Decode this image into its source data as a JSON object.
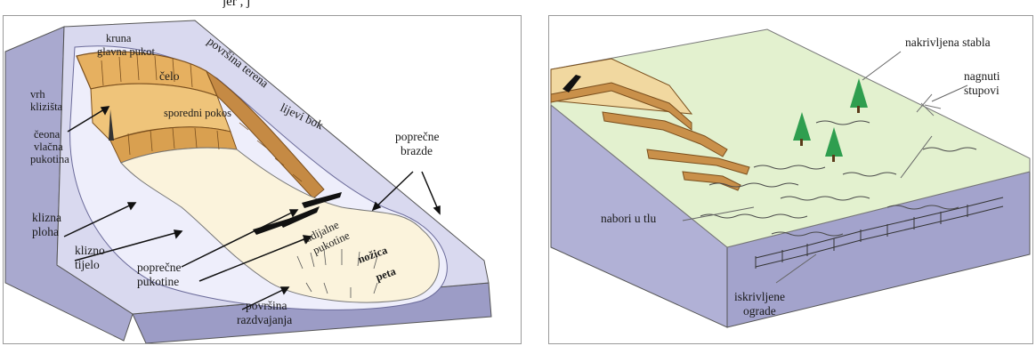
{
  "top_fragment": "jer    ,   j",
  "left_diagram": {
    "labels": {
      "kruna": "kruna",
      "glavna_pukotina": "glavna pukot",
      "povrsina_terena": "površina terena",
      "vrh_klizista_1": "vrh",
      "vrh_klizista_2": "klizišta",
      "celo": "čelo",
      "sporedni_pokos": "sporedni pokos",
      "lijevi_bok": "lijevi bok",
      "celona_1": "čeona",
      "celona_2": "vlačna",
      "celona_3": "pukotina",
      "poprecne_brazde_1": "poprečne",
      "poprecne_brazde_2": "brazde",
      "klizna_ploha_1": "klizna",
      "klizna_ploha_2": "ploha",
      "klizno_tijelo_1": "klizno",
      "klizno_tijelo_2": "tijelo",
      "radijalne_1": "radijalne",
      "radijalne_2": "pukotine",
      "nozica": "nožica",
      "peta": "peta",
      "poprecne_pukotine_1": "poprečne",
      "poprecne_pukotine_2": "pukotine",
      "povrsina_razdvajanja_1": "površina",
      "povrsina_razdvajanja_2": "razdvajanja"
    }
  },
  "right_diagram": {
    "labels": {
      "nakrivljena_stabla": "nakrivljena stabla",
      "nagnuti_1": "nagnuti",
      "nagnuti_2": "stupovi",
      "nabori": "nabori u tlu",
      "iskrivljene_1": "iskrivljene",
      "iskrivljene_2": "ograde"
    }
  },
  "colors": {
    "block_side": "#b3b3d6",
    "block_top": "#dcdcf0",
    "scarp": "#e9b66a",
    "scarp_dark": "#8a5a22",
    "body": "#fbf4de",
    "ground_green": "#e4f2d0",
    "tree": "#3faa5a"
  }
}
